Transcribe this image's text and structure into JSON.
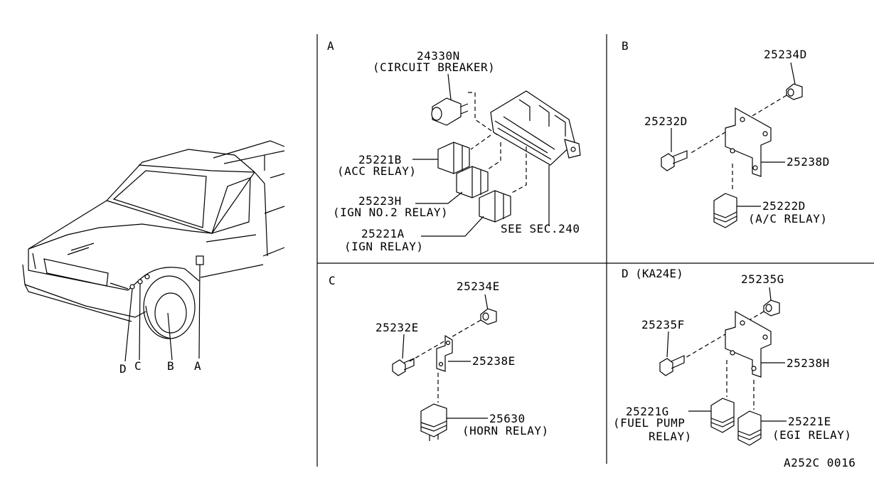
{
  "sections": {
    "a": {
      "label": "A",
      "parts": [
        {
          "code": "24330N",
          "desc": "(CIRCUIT BREAKER)"
        },
        {
          "code": "25221B",
          "desc": "(ACC RELAY)"
        },
        {
          "code": "25223H",
          "desc": "(IGN NO.2 RELAY)"
        },
        {
          "code": "25221A",
          "desc": "(IGN RELAY)"
        }
      ],
      "see": "SEE SEC.240"
    },
    "b": {
      "label": "B",
      "parts": [
        {
          "code": "25234D"
        },
        {
          "code": "25232D"
        },
        {
          "code": "25238D"
        },
        {
          "code": "25222D",
          "desc": "(A/C RELAY)"
        }
      ]
    },
    "c": {
      "label": "C",
      "parts": [
        {
          "code": "25234E"
        },
        {
          "code": "25232E"
        },
        {
          "code": "25238E"
        },
        {
          "code": "25630",
          "desc": "(HORN RELAY)"
        }
      ]
    },
    "d": {
      "label": "D (KA24E)",
      "parts": [
        {
          "code": "25235G"
        },
        {
          "code": "25235F"
        },
        {
          "code": "25238H"
        },
        {
          "code": "25221G",
          "desc": "(FUEL PUMP",
          "desc2": "RELAY)"
        },
        {
          "code": "25221E",
          "desc": "(EGI RELAY)"
        }
      ]
    }
  },
  "truck_callouts": [
    "D",
    "C",
    "B",
    "A"
  ],
  "diagram_code": "A252C 0016"
}
